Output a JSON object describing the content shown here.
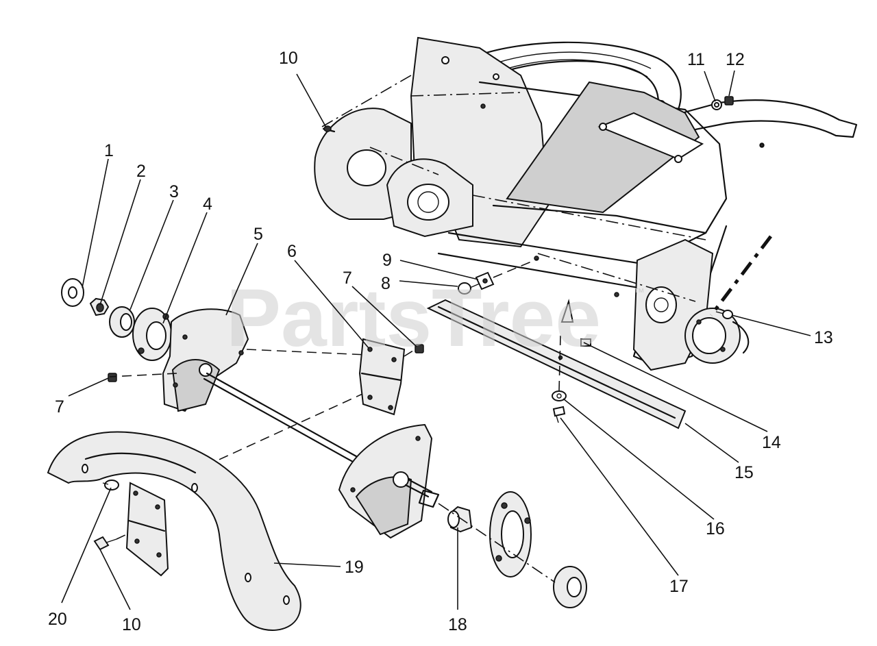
{
  "diagram": {
    "watermark": "PartsTree",
    "watermark_tm": "™",
    "callouts": [
      {
        "id": "c1",
        "text": "1"
      },
      {
        "id": "c2",
        "text": "2"
      },
      {
        "id": "c3",
        "text": "3"
      },
      {
        "id": "c4",
        "text": "4"
      },
      {
        "id": "c5",
        "text": "5"
      },
      {
        "id": "c6",
        "text": "6"
      },
      {
        "id": "c7a",
        "text": "7"
      },
      {
        "id": "c7b",
        "text": "7"
      },
      {
        "id": "c8",
        "text": "8"
      },
      {
        "id": "c9",
        "text": "9"
      },
      {
        "id": "c10a",
        "text": "10"
      },
      {
        "id": "c10b",
        "text": "10"
      },
      {
        "id": "c11",
        "text": "11"
      },
      {
        "id": "c12",
        "text": "12"
      },
      {
        "id": "c13",
        "text": "13"
      },
      {
        "id": "c14",
        "text": "14"
      },
      {
        "id": "c15",
        "text": "15"
      },
      {
        "id": "c16",
        "text": "16"
      },
      {
        "id": "c17",
        "text": "17"
      },
      {
        "id": "c18",
        "text": "18"
      },
      {
        "id": "c19",
        "text": "19"
      },
      {
        "id": "c20",
        "text": "20"
      }
    ],
    "colors": {
      "ink": "#111111",
      "watermark": "#cfcfcf",
      "background": "#ffffff"
    }
  }
}
